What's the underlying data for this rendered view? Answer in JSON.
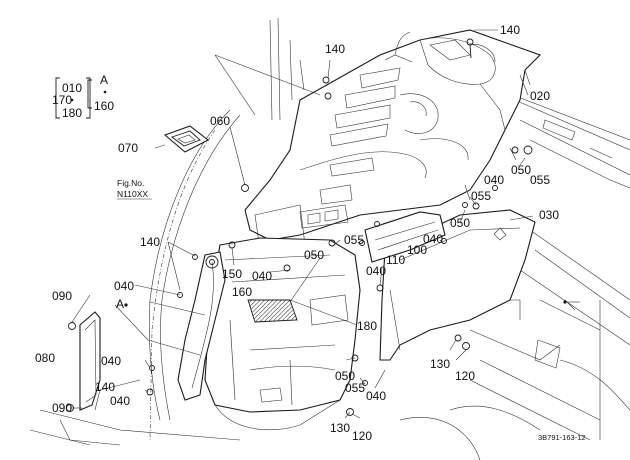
{
  "diagram": {
    "code": "3B791-163-12",
    "figref": {
      "line1": "Fig.No.",
      "line2": "N110XX"
    },
    "legend": {
      "outer": "170",
      "inner_top": "010",
      "inner_bottom": "180",
      "letter": "A",
      "ref": "160"
    },
    "callouts": {
      "c140a": "140",
      "c140b": "140",
      "c140c": "140",
      "c140d": "140",
      "c020": "020",
      "c060": "060",
      "c070": "070",
      "c050a": "050",
      "c055a": "055",
      "c040a": "040",
      "c055b": "055",
      "c050b": "050",
      "c030": "030",
      "c055c": "055",
      "c040b": "040",
      "c050c": "050",
      "c150": "150",
      "c040c": "040",
      "c110": "110",
      "c100": "100",
      "c040d": "040",
      "c040e": "040",
      "c160": "160",
      "c090a": "090",
      "c040f": "040",
      "cA": "A",
      "c180": "180",
      "c080": "080",
      "c040g": "040",
      "c130a": "130",
      "c120a": "120",
      "c050d": "050",
      "c055d": "055",
      "c040h": "040",
      "c090b": "090",
      "c130b": "130",
      "c120b": "120"
    }
  }
}
